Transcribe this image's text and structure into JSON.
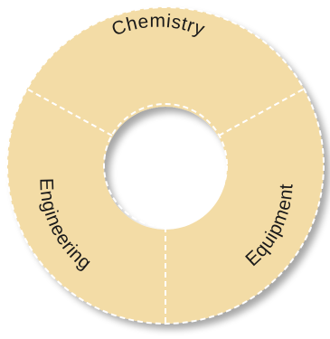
{
  "diagram": {
    "segments": [
      {
        "label": "Chemistry"
      },
      {
        "label": "Equipment"
      },
      {
        "label": "Engineering"
      }
    ],
    "colors": {
      "ring_fill": "#f3dca6",
      "divider": "#ffffff",
      "text": "#1a1a1a",
      "shadow": "#b9aa88"
    }
  }
}
